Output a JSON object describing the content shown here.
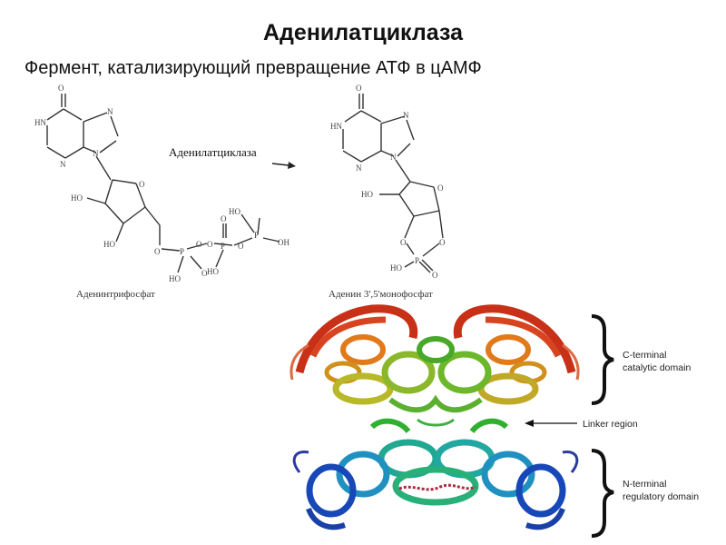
{
  "title": "Аденилатциклаза",
  "subtitle": "Фермент, катализирующий превращение АТФ в цАМФ",
  "reaction": {
    "enzyme_label": "Аденилатциклаза",
    "substrate_caption": "Аденинтрифосфат",
    "product_caption": "Аденин 3',5'монофосфат"
  },
  "atp_atoms": {
    "o_top": "O",
    "hn": "HN",
    "n1": "N",
    "n2": "N",
    "n3": "N",
    "o_ring": "O",
    "ho_left": "HO",
    "ho_bottom": "HO",
    "o_link": "O",
    "o_p1a": "O",
    "o_p1b": "O",
    "p1": "P",
    "o_p1c": "O",
    "o_p2": "O",
    "p2": "P",
    "ho_p2": "HO",
    "o_p3": "O",
    "p3": "P",
    "oh_p3": "OH",
    "ho_p3": "HO",
    "ho_p1": "HO"
  },
  "camp_atoms": {
    "o_top": "O",
    "hn": "HN",
    "n1": "N",
    "n2": "N",
    "n3": "N",
    "ho": "HO",
    "o_ring": "O",
    "o_a": "O",
    "o_b": "O",
    "p": "P",
    "ho_p": "HO",
    "o_eq": "O"
  },
  "protein": {
    "c_terminal_label": [
      "C-terminal",
      "catalytic domain"
    ],
    "linker_label": "Linker region",
    "n_terminal_label": [
      "N-terminal",
      "regulatory domain"
    ]
  },
  "colors": {
    "c_domain_red": "#c83018",
    "c_domain_orange": "#e07a1a",
    "c_domain_yellow": "#b8b828",
    "linker_green": "#2fb02f",
    "n_domain_teal": "#20a890",
    "n_domain_blue": "#1848b8"
  }
}
